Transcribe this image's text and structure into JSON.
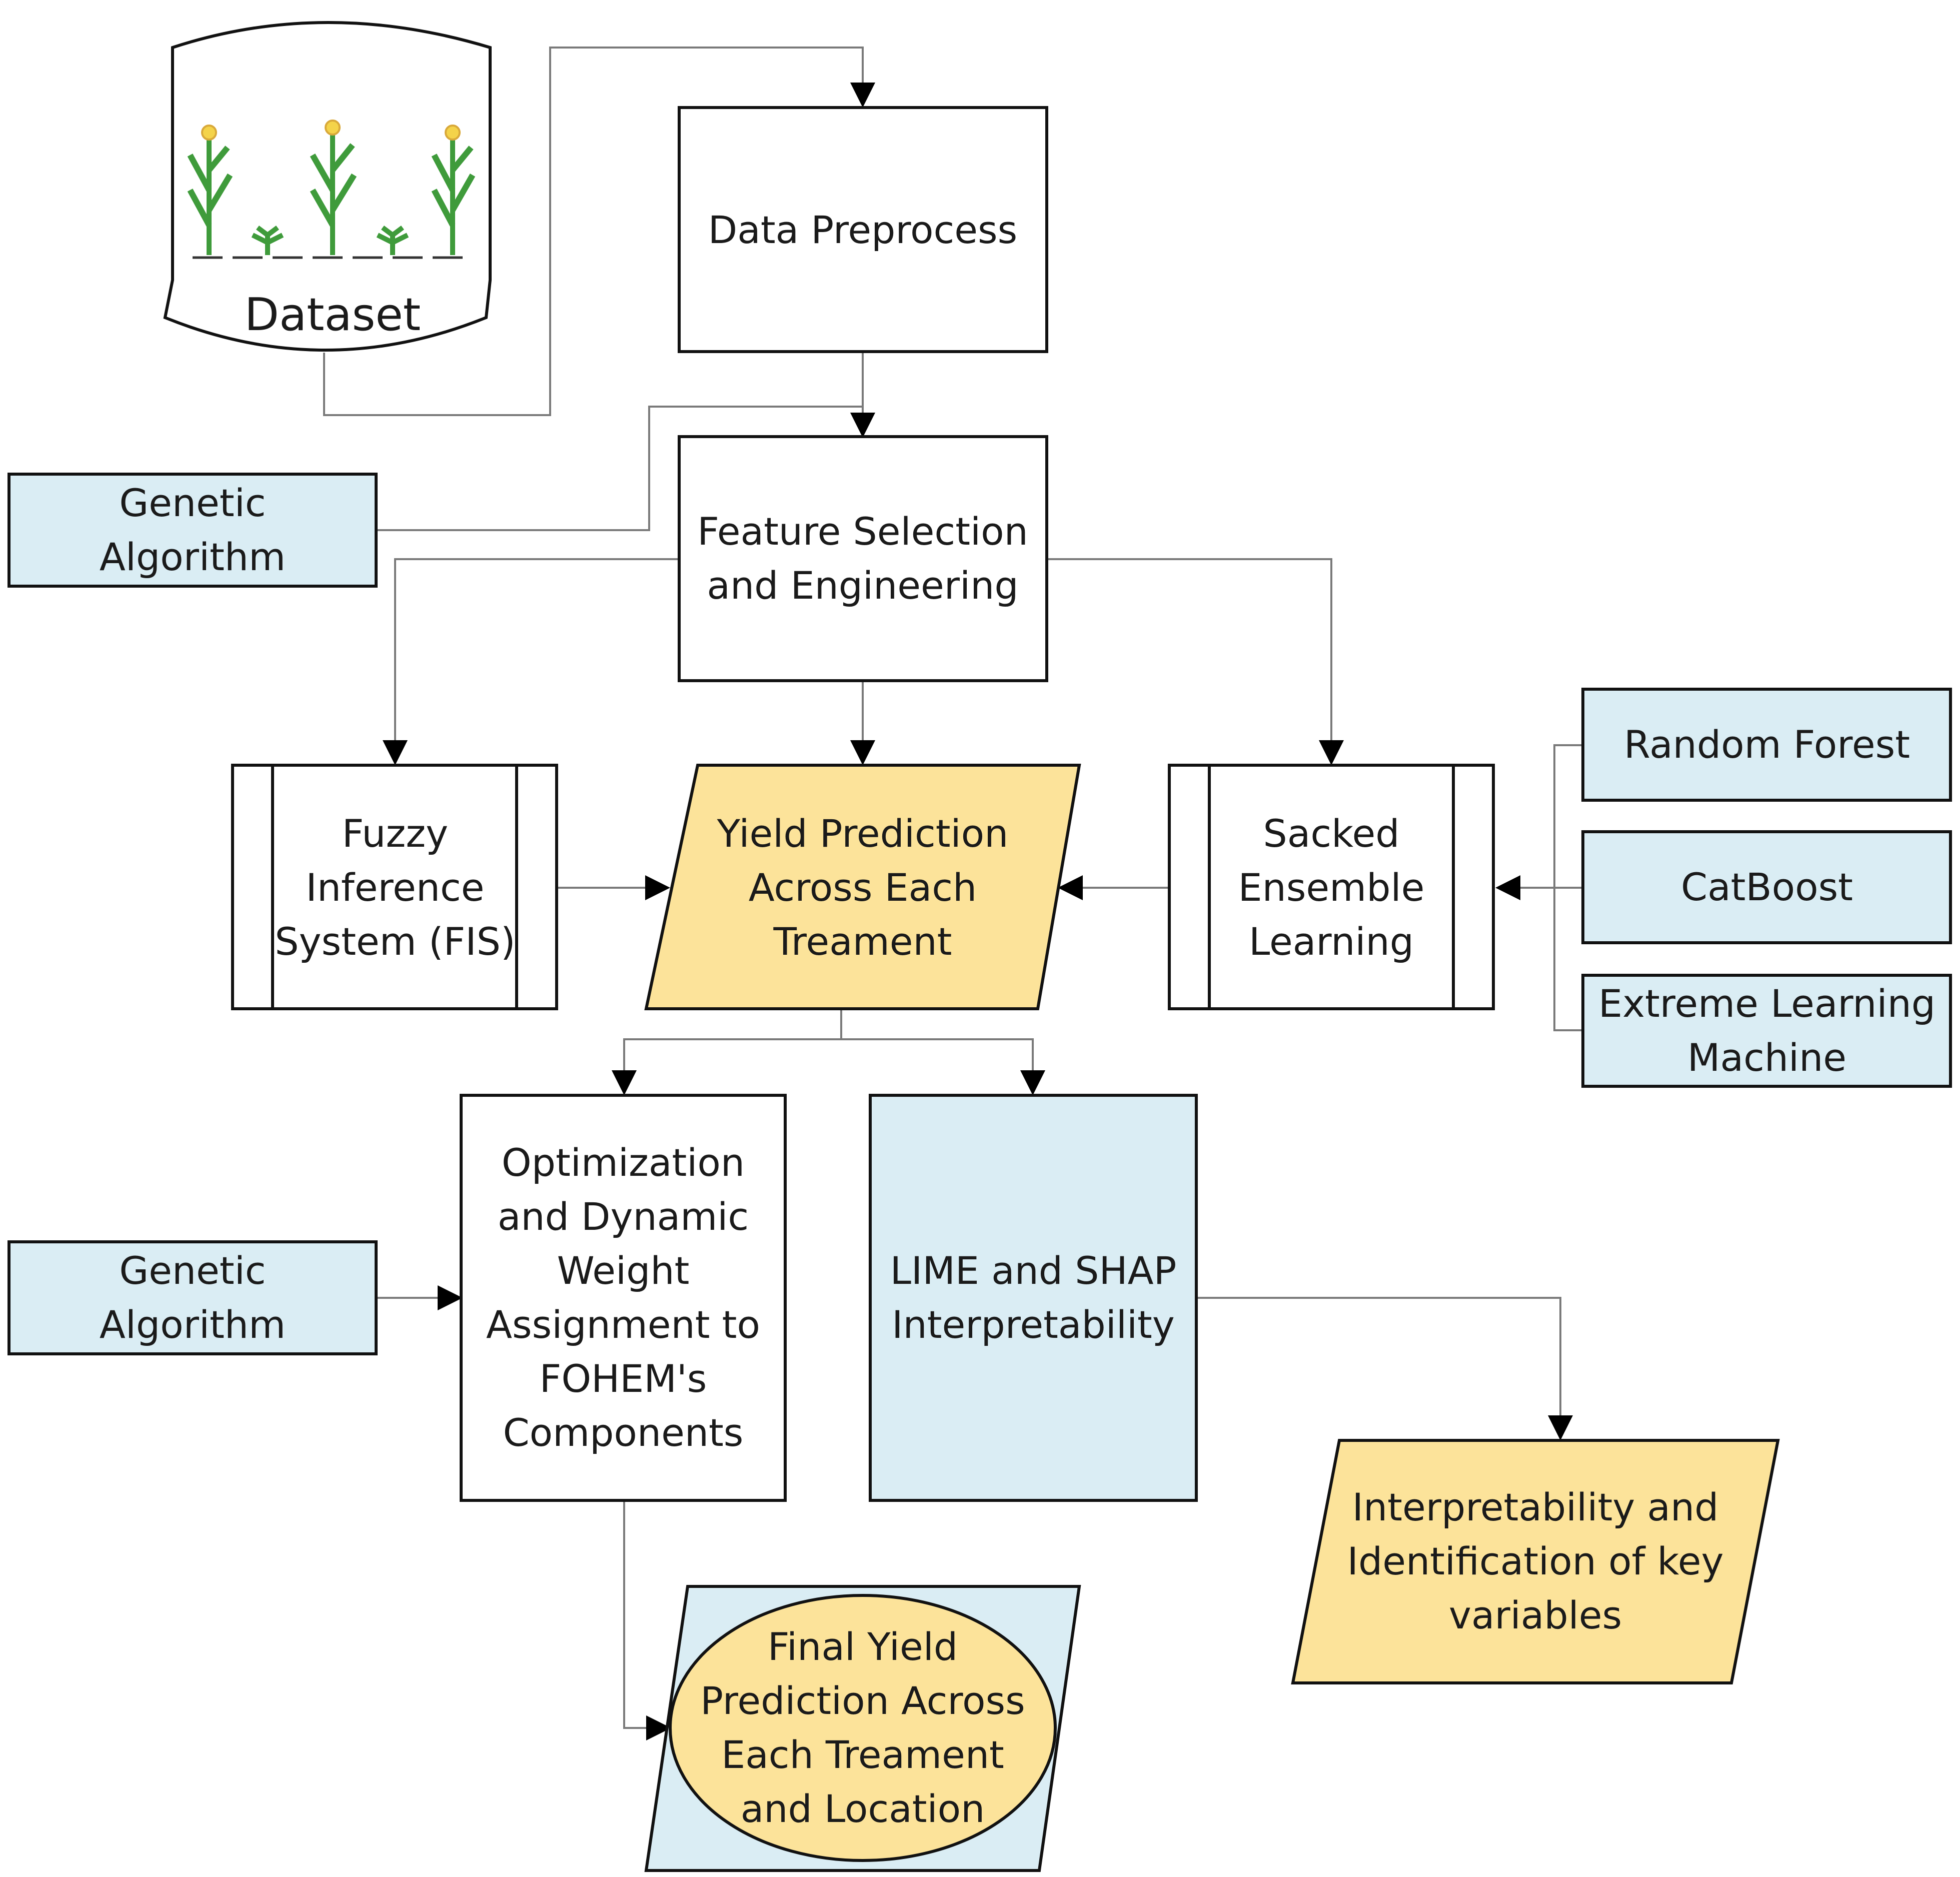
{
  "nodes": {
    "dataset": {
      "label": "Dataset"
    },
    "data_preprocess": {
      "lines": [
        "Data Preprocess"
      ]
    },
    "genetic_algorithm_1": {
      "lines": [
        "Genetic",
        "Algorithm"
      ]
    },
    "feature_selection": {
      "lines": [
        "Feature Selection",
        "and Engineering"
      ]
    },
    "fis": {
      "lines": [
        "Fuzzy",
        "Inference",
        "System (FIS)"
      ]
    },
    "yield_prediction": {
      "lines": [
        "Yield Prediction",
        "Across Each",
        "Treament"
      ]
    },
    "ensemble": {
      "lines": [
        "Sacked",
        "Ensemble",
        "Learning"
      ]
    },
    "random_forest": {
      "lines": [
        "Random Forest"
      ]
    },
    "catboost": {
      "lines": [
        "CatBoost"
      ]
    },
    "elm": {
      "lines": [
        "Extreme Learning",
        "Machine"
      ]
    },
    "genetic_algorithm_2": {
      "lines": [
        "Genetic",
        "Algorithm"
      ]
    },
    "optimization": {
      "lines": [
        "Optimization",
        "and Dynamic",
        "Weight",
        "Assignment to",
        "FOHEM's",
        "Components"
      ]
    },
    "lime_shap": {
      "lines": [
        "LIME and SHAP",
        "Interpretability"
      ]
    },
    "interpretability_output": {
      "lines": [
        "Interpretability and",
        "Identification of key",
        "variables"
      ]
    },
    "final_prediction": {
      "lines": [
        "Final Yield",
        "Prediction Across",
        "Each Treament",
        "and Location"
      ]
    }
  },
  "edges": [
    {
      "from": "dataset",
      "to": "data_preprocess"
    },
    {
      "from": "data_preprocess",
      "to": "feature_selection"
    },
    {
      "from": "genetic_algorithm_1",
      "to": "feature_selection"
    },
    {
      "from": "feature_selection",
      "to": "fis"
    },
    {
      "from": "feature_selection",
      "to": "yield_prediction"
    },
    {
      "from": "feature_selection",
      "to": "ensemble"
    },
    {
      "from": "fis",
      "to": "yield_prediction"
    },
    {
      "from": "ensemble",
      "to": "yield_prediction"
    },
    {
      "from": "random_forest",
      "to": "ensemble"
    },
    {
      "from": "catboost",
      "to": "ensemble"
    },
    {
      "from": "elm",
      "to": "ensemble"
    },
    {
      "from": "yield_prediction",
      "to": "optimization"
    },
    {
      "from": "yield_prediction",
      "to": "lime_shap"
    },
    {
      "from": "genetic_algorithm_2",
      "to": "optimization"
    },
    {
      "from": "lime_shap",
      "to": "interpretability_output"
    },
    {
      "from": "optimization",
      "to": "final_prediction"
    }
  ],
  "colors": {
    "blue_fill": "#daedf4",
    "yellow_fill": "#fce39a",
    "white_fill": "#ffffff",
    "stroke": "#111111",
    "edge": "#7a7a7a",
    "plant_green": "#3f9b3b",
    "plant_flower": "#f4d34a"
  },
  "icons": {
    "dataset_illustration": "corn-plants-icon"
  }
}
